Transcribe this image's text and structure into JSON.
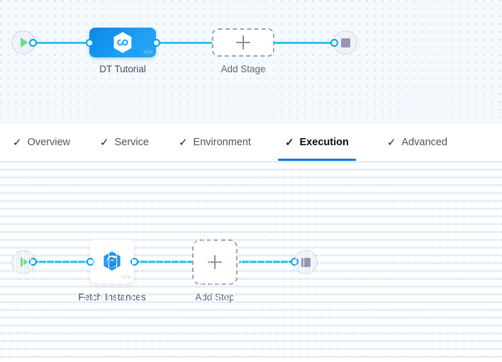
{
  "theme": {
    "accent_blue": "#0278d5",
    "wire_blue": "#2ec2f0",
    "node_blue": "#1b9df2",
    "play_green": "#6fdc8c",
    "stop_gray": "#9497b0",
    "dashed_gray": "#9ea0b5"
  },
  "stage_canvas": {
    "name": "pipeline-stage-canvas",
    "start_node": {
      "icon": "play-icon"
    },
    "stage_node": {
      "label": "DT Tutorial",
      "icon": "harness-hexagon-infinity-icon",
      "badge_icon": "code-brackets-icon"
    },
    "add_stage": {
      "label": "Add Stage",
      "icon": "plus-icon"
    },
    "end_node": {
      "icon": "stop-square-icon"
    }
  },
  "tabs": {
    "name": "stage-config-tabs",
    "items": [
      {
        "label": "Overview",
        "check": "✓",
        "active": false
      },
      {
        "label": "Service",
        "check": "✓",
        "active": false
      },
      {
        "label": "Environment",
        "check": "✓",
        "active": false
      },
      {
        "label": "Execution",
        "check": "✓",
        "active": true
      },
      {
        "label": "Advanced",
        "check": "✓",
        "active": false
      }
    ]
  },
  "steps_canvas": {
    "name": "execution-steps-canvas",
    "start_node": {
      "icon": "play-icon"
    },
    "step_node": {
      "label": "Fetch Instances",
      "icon": "elastigroup-hexagon-e-icon",
      "badge_icon": "code-brackets-icon"
    },
    "add_step": {
      "label": "Add Step",
      "icon": "plus-icon"
    },
    "end_node": {
      "icon": "stop-square-icon"
    }
  }
}
